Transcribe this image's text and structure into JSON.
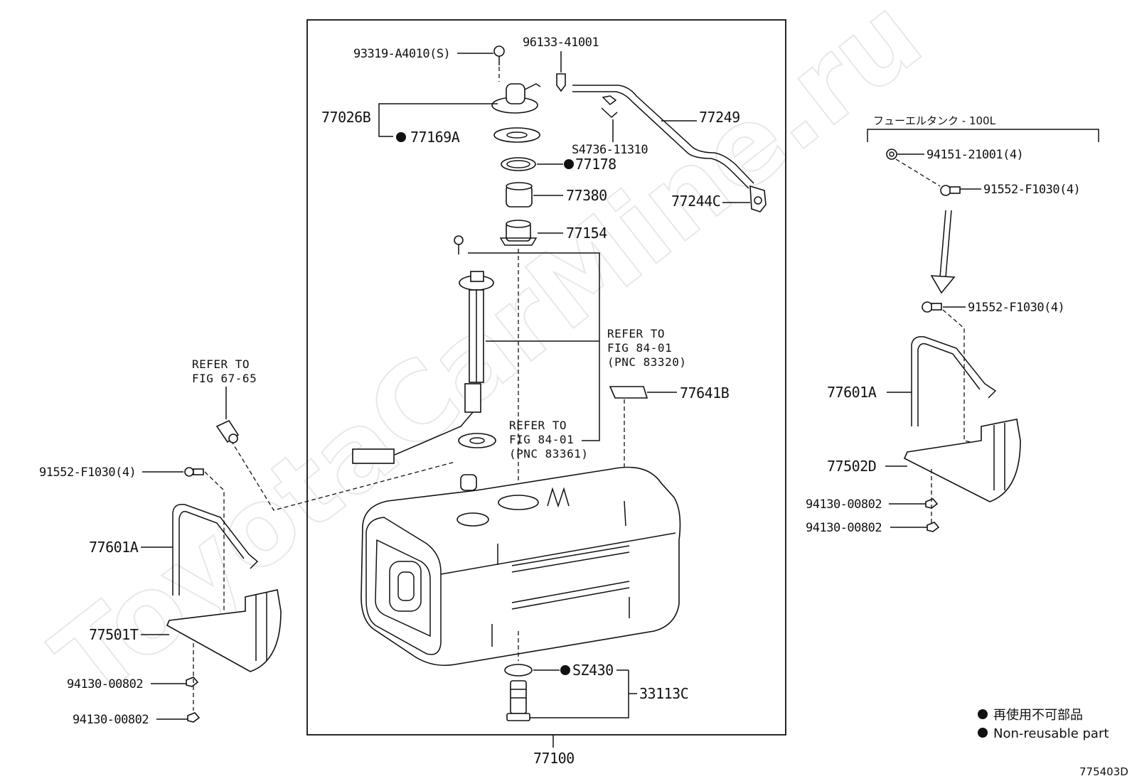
{
  "diagram": {
    "watermark": "ToyotaCarMine.ru",
    "figure_code": "775403D",
    "tank_note": "フューエルタンク - 100L",
    "legend": [
      {
        "text": "再使用不可部品"
      },
      {
        "text": "Non-reusable part"
      }
    ],
    "refs": {
      "fig6765": [
        "REFER TO",
        "FIG 67-65"
      ],
      "fig8401_a": [
        "REFER TO",
        "FIG 84-01",
        "(PNC 83320)"
      ],
      "fig8401_b": [
        "REFER TO",
        "FIG 84-01",
        "(PNC 83361)"
      ]
    },
    "labels": {
      "p93319": "93319-A4010(S)",
      "p96133": "96133-41001",
      "p77026b": "77026B",
      "p77169a": "77169A",
      "p77178": "77178",
      "p77380": "77380",
      "p77154": "77154",
      "p77249": "77249",
      "p54736": "S4736-11310",
      "p77244c": "77244C",
      "p77641b": "77641B",
      "p91552_left": "91552-F1030(4)",
      "p77601a_left": "77601A",
      "p77501t": "77501T",
      "p94130_l1": "94130-00802",
      "p94130_l2": "94130-00802",
      "psz430": "SZ430",
      "p33113c": "33113C",
      "p77100": "77100",
      "p94151": "94151-21001(4)",
      "p91552_r1": "91552-F1030(4)",
      "p91552_r2": "91552-F1030(4)",
      "p77601a_right": "77601A",
      "p77502d": "77502D",
      "p94130_r1": "94130-00802",
      "p94130_r2": "94130-00802"
    }
  }
}
